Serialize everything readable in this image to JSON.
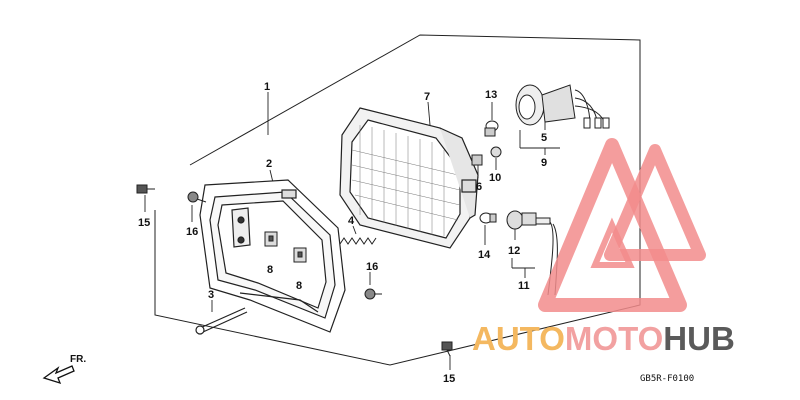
{
  "callouts": {
    "c1": "1",
    "c2": "2",
    "c3": "3",
    "c4": "4",
    "c5": "5",
    "c6": "6",
    "c7": "7",
    "c8a": "8",
    "c8b": "8",
    "c9": "9",
    "c10": "10",
    "c11": "11",
    "c12": "12",
    "c13": "13",
    "c14": "14",
    "c15a": "15",
    "c15b": "15",
    "c16a": "16",
    "c16b": "16"
  },
  "diagram_code": "GB5R-F0100",
  "direction": {
    "label": "FR."
  },
  "watermark": {
    "part1": "AUTO",
    "part2": "MOTO",
    "part3": "HUB",
    "colors": {
      "auto": "#f4b860",
      "moto": "#f2a1a1",
      "hub": "#5a5a5a",
      "logo": "#f28c8c"
    }
  }
}
